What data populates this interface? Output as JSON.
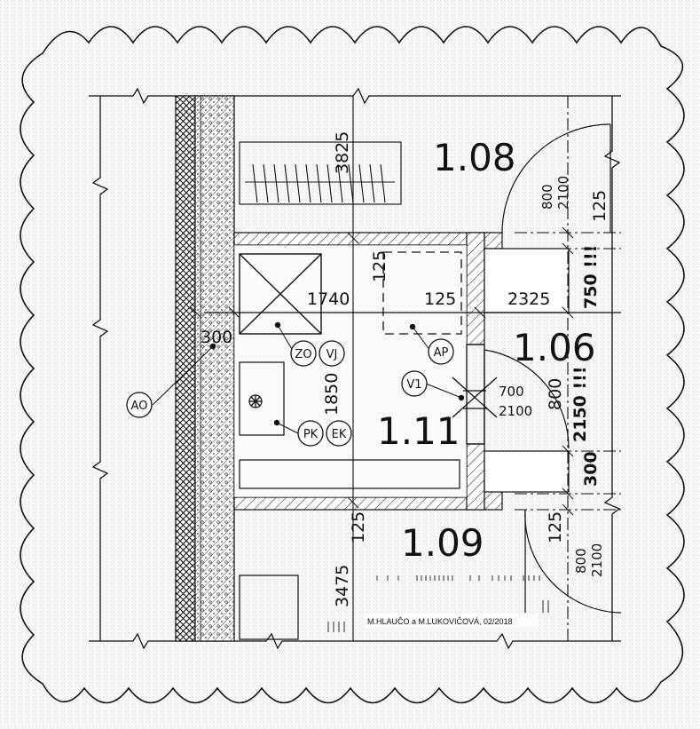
{
  "rooms": {
    "r108": "1.08",
    "r106": "1.06",
    "r111": "1.11",
    "r109": "1.09"
  },
  "dimensions": {
    "d3825": "3825",
    "d800_top": "800",
    "d2100_top": "2100",
    "d125_right_top": "125",
    "d125_vertical": "125",
    "d125_horizontal": "125",
    "d1740": "1740",
    "d2325": "2325",
    "d750": "750 !!!",
    "d300_left": "300",
    "d1850": "1850",
    "d700": "700",
    "d2100_door": "2100",
    "d800_door": "800",
    "d2150": "2150 !!!",
    "d300_right": "300",
    "d125_bottom_left": "125",
    "d125_bottom_right": "125",
    "d800_bottom": "800",
    "d2100_bottom": "2100",
    "d3475": "3475"
  },
  "labels": {
    "ao": "AO",
    "zo": "ZO",
    "vj": "VJ",
    "ap": "AP",
    "v1": "V1",
    "pk": "PK",
    "ek": "EK"
  },
  "credit": "M.HLAUČO a M.LUKOVIČOVÁ, 02/2018"
}
